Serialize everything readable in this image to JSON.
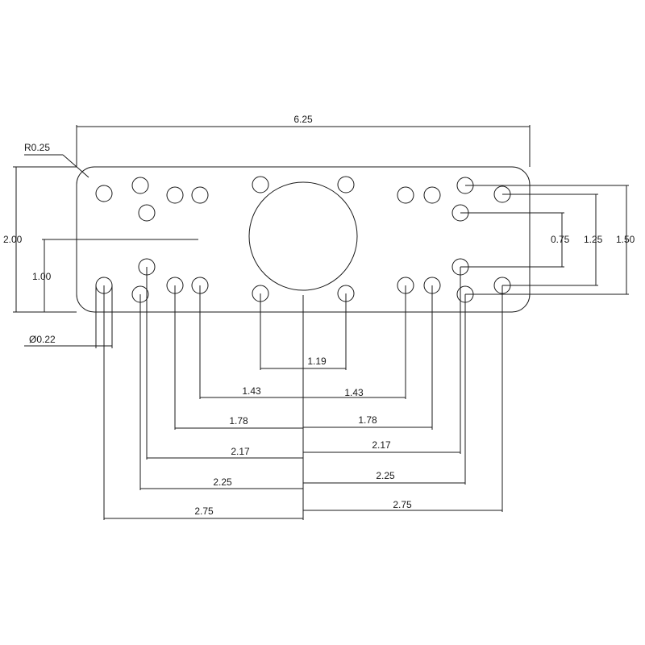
{
  "dimensions": {
    "overall_width": "6.25",
    "corner_radius": "R0.25",
    "overall_height": "2.00",
    "half_height": "1.00",
    "hole_diameter": "Ø0.22",
    "right_075": "0.75",
    "right_125": "1.25",
    "right_150": "1.50",
    "center_119": "1.19",
    "left_143": "1.43",
    "right_143": "1.43",
    "left_178": "1.78",
    "right_178": "1.78",
    "left_217": "2.17",
    "right_217": "2.17",
    "left_225": "2.25",
    "right_225": "2.25",
    "left_275": "2.75",
    "right_275": "2.75"
  }
}
